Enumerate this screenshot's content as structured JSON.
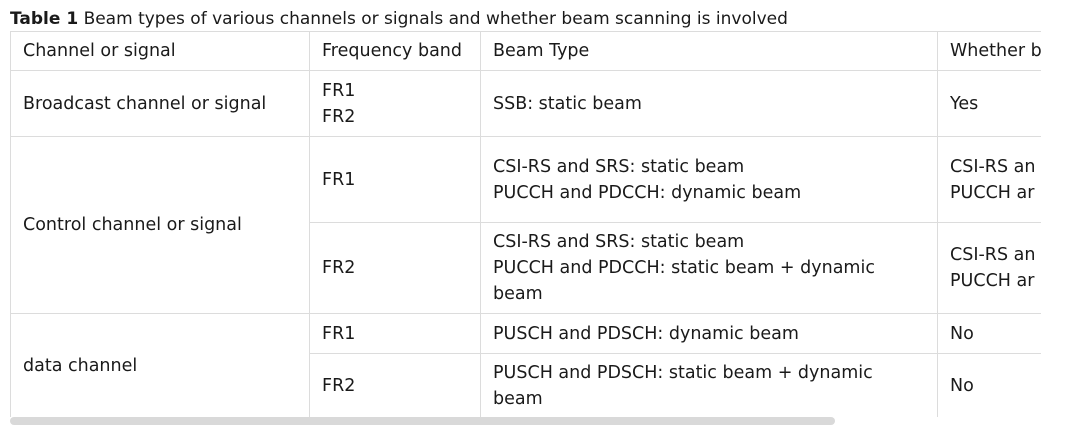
{
  "caption": {
    "label": "Table 1",
    "text": "Beam types of various channels or signals and whether beam scanning is involved"
  },
  "table": {
    "headers": [
      "Channel or signal",
      "Frequency band",
      "Beam Type",
      "Whether b"
    ],
    "rows": [
      {
        "channel": "Broadcast channel or signal",
        "band": [
          "FR1",
          "FR2"
        ],
        "beam": [
          "SSB: static beam"
        ],
        "scan": [
          "Yes"
        ]
      },
      {
        "channel": "Control channel or signal",
        "band": [
          "FR1"
        ],
        "beam": [
          "CSI-RS and SRS: static beam",
          "PUCCH and PDCCH: dynamic beam"
        ],
        "scan": [
          "CSI-RS an",
          "PUCCH ar"
        ]
      },
      {
        "band": [
          "FR2"
        ],
        "beam": [
          "CSI-RS and SRS: static beam",
          "PUCCH and PDCCH: static beam + dynamic beam"
        ],
        "scan": [
          "CSI-RS an",
          "PUCCH ar"
        ]
      },
      {
        "channel": "data channel",
        "band": [
          "FR1"
        ],
        "beam": [
          "PUSCH and PDSCH: dynamic beam"
        ],
        "scan": [
          "No"
        ]
      },
      {
        "band": [
          "FR2"
        ],
        "beam": [
          "PUSCH and PDSCH: static beam + dynamic beam"
        ],
        "scan": [
          "No"
        ]
      }
    ]
  },
  "scrollbar": {
    "position_fraction": 0,
    "visible_fraction": 0.8
  }
}
